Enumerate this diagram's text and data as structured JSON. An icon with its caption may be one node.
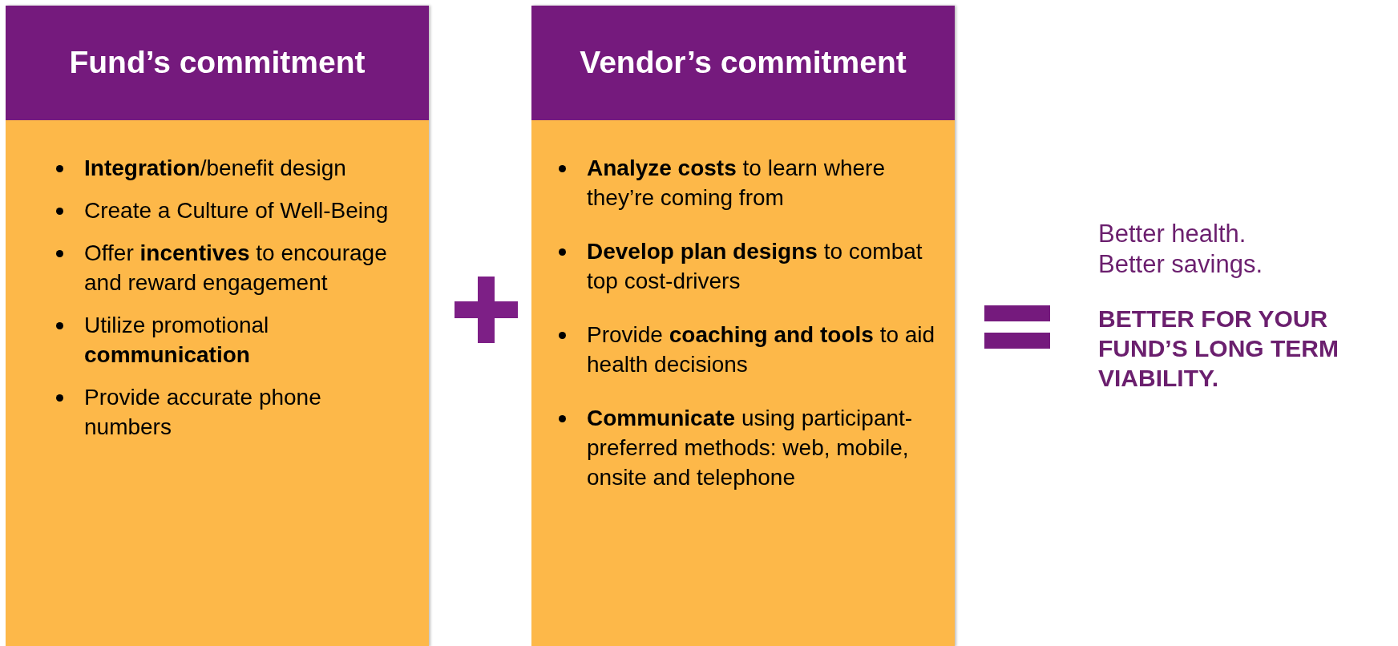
{
  "diagram": {
    "nodes": [
      {
        "text": [
          "Fund’s commitment",
          "**Integration**/benefit design",
          "Create a Culture of Well-Being",
          "Offer **incentives** to encourage and reward engagement",
          "Utilize promotional **communication**",
          "Provide accurate phone numbers"
        ]
      },
      {
        "text": [
          "Vendor’s commitment",
          "**Analyze costs** to learn where they’re coming from",
          "**Develop plan designs** to combat top cost-drivers",
          "Provide **coaching and tools** to aid health decisions",
          "**Communicate** using participant-preferred methods: web, mobile, onsite and telephone"
        ]
      }
    ],
    "labels": [
      "Better health.",
      "Better savings.",
      "BETTER FOR YOUR FUND’S LONG TERM VIABILITY."
    ]
  }
}
